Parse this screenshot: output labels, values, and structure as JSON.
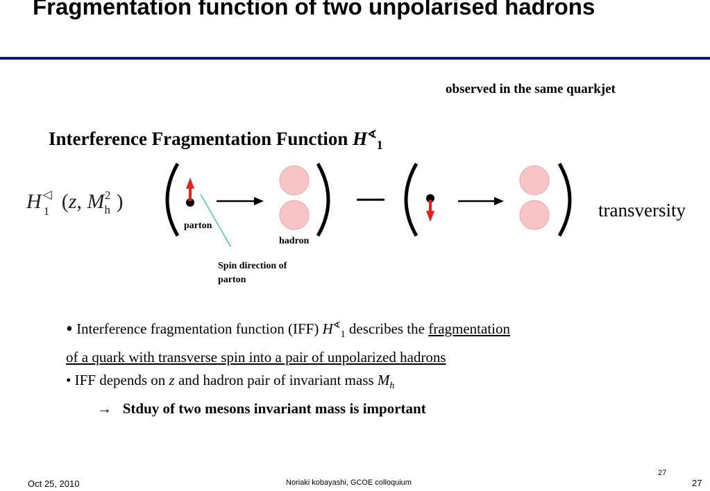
{
  "slide": {
    "title": "Fragmentation function of two unpolarised hadrons",
    "observed_note": "observed in the same quarkjet",
    "iff_heading": {
      "text": "Interference Fragmentation Function ",
      "symbol": "H",
      "superscript": "∢",
      "subscript": "1"
    },
    "formula": {
      "symbol": "H",
      "superscript": "◁",
      "subscript": "1",
      "args_open": "(",
      "z": "z",
      "comma": ", ",
      "M": "M",
      "M_sub": "h",
      "M_sup": "2",
      "args_close": ")"
    },
    "diagram": {
      "parton_label": "parton",
      "hadron_label": "hadron",
      "spin_label_line1": "Spin direction of",
      "spin_label_line2": "parton",
      "minus_sign": "—",
      "colors": {
        "spin_arrow": "#e8201c",
        "hadron_fill": "#f9c4c6",
        "hadron_stroke": "#e9a7aa",
        "pointer_line": "#19c0a0"
      }
    },
    "transversity_label": "transversity",
    "bullets": {
      "b1": {
        "bullet": "•",
        "text_a": " Interference fragmentation function (IFF) ",
        "symbol": "H",
        "superscript": "∢",
        "subscript": "1",
        "text_b": " describes the ",
        "underlined_1": "fragmentation",
        "underlined_2": "of a quark with transverse spin into a pair of unpolarized hadrons"
      },
      "b2": {
        "text_a": "• IFF depends on ",
        "z": "z",
        "text_b": " and hadron pair of invariant mass ",
        "M": "M",
        "M_sub": "h"
      },
      "b3": {
        "arrow": "→",
        "text": "Stduy of two mesons invariant mass is important"
      }
    },
    "footer": {
      "date": "Oct 25, 2010",
      "author": "Noriaki kobayashi, GCOE colloquium",
      "page_small": "27",
      "page": "27"
    },
    "colors": {
      "title_rule": "#0a1a6b"
    }
  }
}
